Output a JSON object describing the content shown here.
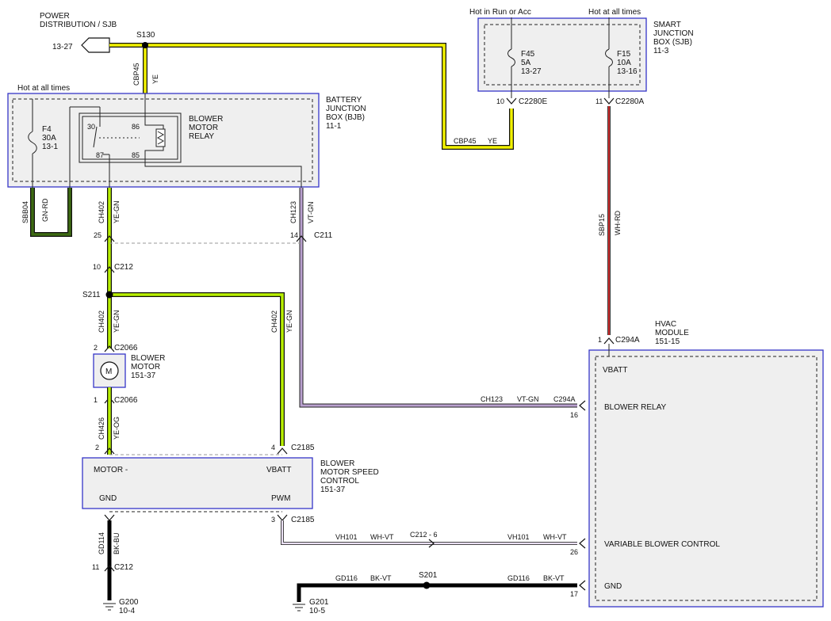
{
  "power_distribution": {
    "title_line1": "POWER",
    "title_line2": "DISTRIBUTION / SJB",
    "ref": "13-27"
  },
  "s130": "S130",
  "cbp45_vertical": {
    "circuit": "CBP45",
    "color": "YE"
  },
  "hot_at_all_times_bjb": "Hot at all times",
  "bjb": {
    "line1": "BATTERY",
    "line2": "JUNCTION",
    "line3": "BOX (BJB)",
    "ref": "11-1"
  },
  "f4": {
    "name": "F4",
    "rating": "30A",
    "ref": "13-1"
  },
  "relay": {
    "line1": "BLOWER",
    "line2": "MOTOR",
    "line3": "RELAY",
    "pin30": "30",
    "pin87": "87",
    "pin86": "86",
    "pin85": "85"
  },
  "sjb": {
    "line1": "SMART",
    "line2": "JUNCTION",
    "line3": "BOX (SJB)",
    "ref": "11-3"
  },
  "hot_in_run_or_acc": "Hot in Run or Acc",
  "hot_at_all_times_sjb": "Hot at all times",
  "f45": {
    "name": "F45",
    "rating": "5A",
    "ref": "13-27"
  },
  "f15": {
    "name": "F15",
    "rating": "10A",
    "ref": "13-16"
  },
  "c2280e": {
    "pin": "10",
    "name": "C2280E"
  },
  "c2280a": {
    "pin": "11",
    "name": "C2280A"
  },
  "cbp45_horizontal": {
    "circuit": "CBP45",
    "color": "YE"
  },
  "sbb04": {
    "circuit": "SBB04",
    "color": "GN-RD"
  },
  "ch402_top": {
    "circuit": "CH402",
    "color": "YE-GN"
  },
  "ch123_top": {
    "circuit": "CH123",
    "color": "VT-GN"
  },
  "c211": {
    "pin_left": "25",
    "pin_right": "14",
    "name": "C211"
  },
  "c212_top": {
    "pin": "10",
    "name": "C212"
  },
  "s211": "S211",
  "ch402_mid": {
    "circuit": "CH402",
    "color": "YE-GN"
  },
  "ch402_right": {
    "circuit": "CH402",
    "color": "YE-GN"
  },
  "c2066_top": {
    "pin": "2",
    "name": "C2066"
  },
  "blower_motor": {
    "line1": "BLOWER",
    "line2": "MOTOR",
    "ref": "151-37",
    "symbol": "M"
  },
  "c2066_bottom": {
    "pin": "1",
    "name": "C2066"
  },
  "ch426": {
    "circuit": "CH426",
    "color": "YE-OG"
  },
  "sbp15": {
    "circuit": "SBP15",
    "color": "WH-RD"
  },
  "hvac": {
    "line1": "HVAC",
    "line2": "MODULE",
    "ref": "151-15",
    "vbatt": "VBATT",
    "blower_relay": "BLOWER RELAY",
    "variable_blower_control": "VARIABLE BLOWER CONTROL",
    "gnd": "GND"
  },
  "c294a_top": {
    "pin": "1",
    "name": "C294A"
  },
  "ch123_horizontal": {
    "circuit": "CH123",
    "color": "VT-GN",
    "connector": "C294A",
    "pin": "16"
  },
  "c2185_top": {
    "pin_left": "2",
    "pin_right": "4",
    "name": "C2185"
  },
  "bmsc": {
    "line1": "BLOWER",
    "line2": "MOTOR SPEED",
    "line3": "CONTROL",
    "ref": "151-37",
    "motor": "MOTOR -",
    "vbatt": "VBATT",
    "gnd": "GND",
    "pwm": "PWM"
  },
  "c2185_bottom": {
    "pin": "3",
    "name": "C2185"
  },
  "gd114": {
    "circuit": "GD114",
    "color": "BK-BU"
  },
  "vh101_left": {
    "circuit": "VH101",
    "color": "WH-VT"
  },
  "c212_6": "C212 - 6",
  "vh101_right": {
    "circuit": "VH101",
    "color": "WH-VT",
    "pin": "26"
  },
  "c212_bottom": {
    "pin": "11",
    "name": "C212"
  },
  "gd116_left": {
    "circuit": "GD116",
    "color": "BK-VT"
  },
  "s201": "S201",
  "gd116_right": {
    "circuit": "GD116",
    "color": "BK-VT",
    "pin": "17"
  },
  "g200": {
    "name": "G200",
    "ref": "10-4"
  },
  "g201": {
    "name": "G201",
    "ref": "10-5"
  }
}
